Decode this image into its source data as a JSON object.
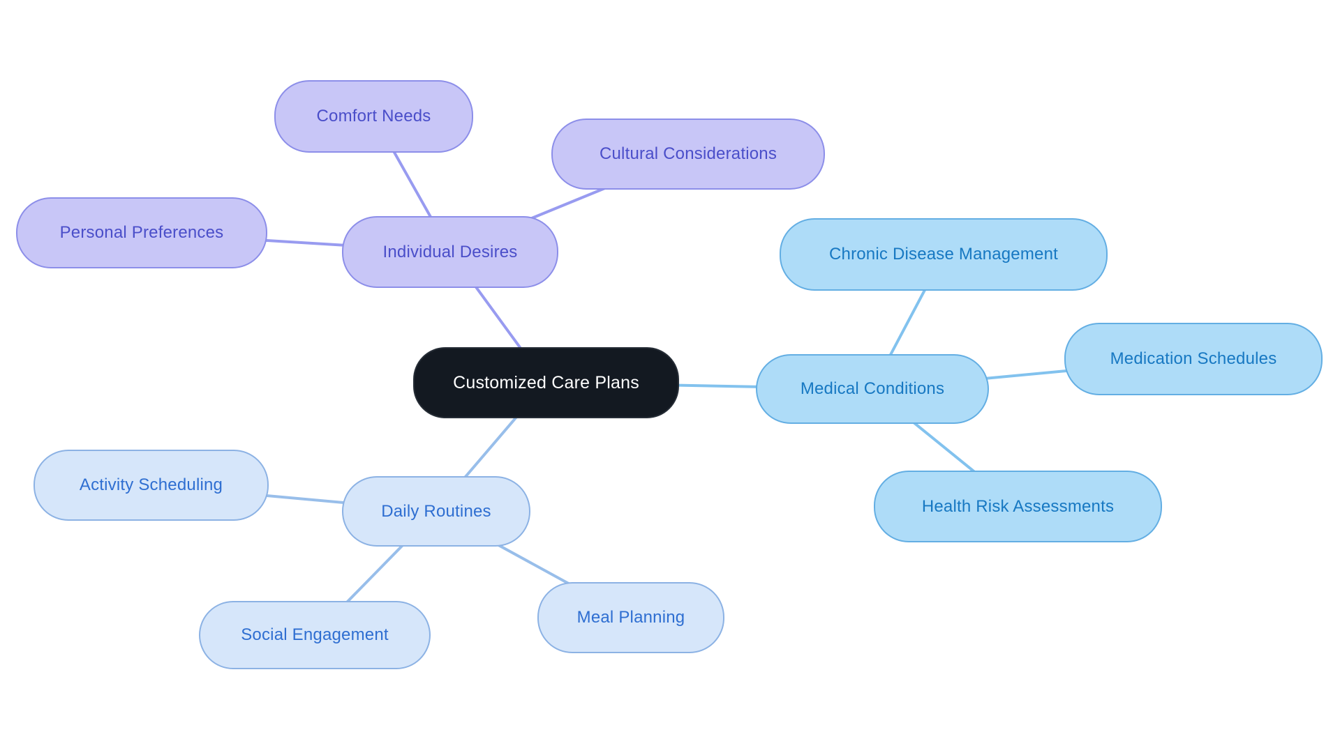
{
  "diagram": {
    "type": "mindmap",
    "title": "Customized Care Plans",
    "nodes": [
      {
        "id": "customized-care-plans",
        "label": "Customized Care Plans",
        "branch": "central",
        "level": 0
      },
      {
        "id": "individual-desires",
        "label": "Individual Desires",
        "branch": "individual",
        "level": 1,
        "parent": "customized-care-plans"
      },
      {
        "id": "comfort-needs",
        "label": "Comfort Needs",
        "branch": "individual",
        "level": 2,
        "parent": "individual-desires"
      },
      {
        "id": "cultural-considerations",
        "label": "Cultural Considerations",
        "branch": "individual",
        "level": 2,
        "parent": "individual-desires"
      },
      {
        "id": "personal-preferences",
        "label": "Personal Preferences",
        "branch": "individual",
        "level": 2,
        "parent": "individual-desires"
      },
      {
        "id": "medical-conditions",
        "label": "Medical Conditions",
        "branch": "medical",
        "level": 1,
        "parent": "customized-care-plans"
      },
      {
        "id": "chronic-disease-management",
        "label": "Chronic Disease Management",
        "branch": "medical",
        "level": 2,
        "parent": "medical-conditions"
      },
      {
        "id": "medication-schedules",
        "label": "Medication Schedules",
        "branch": "medical",
        "level": 2,
        "parent": "medical-conditions"
      },
      {
        "id": "health-risk-assessments",
        "label": "Health Risk Assessments",
        "branch": "medical",
        "level": 2,
        "parent": "medical-conditions"
      },
      {
        "id": "daily-routines",
        "label": "Daily Routines",
        "branch": "daily",
        "level": 1,
        "parent": "customized-care-plans"
      },
      {
        "id": "activity-scheduling",
        "label": "Activity Scheduling",
        "branch": "daily",
        "level": 2,
        "parent": "daily-routines"
      },
      {
        "id": "social-engagement",
        "label": "Social Engagement",
        "branch": "daily",
        "level": 2,
        "parent": "daily-routines"
      },
      {
        "id": "meal-planning",
        "label": "Meal Planning",
        "branch": "daily",
        "level": 2,
        "parent": "daily-routines"
      }
    ],
    "edges": [
      {
        "from": "comfort-needs",
        "to": "individual-desires",
        "branch": "individual"
      },
      {
        "from": "cultural-considerations",
        "to": "individual-desires",
        "branch": "individual"
      },
      {
        "from": "personal-preferences",
        "to": "individual-desires",
        "branch": "individual"
      },
      {
        "from": "individual-desires",
        "to": "customized-care-plans",
        "branch": "individual"
      },
      {
        "from": "chronic-disease-management",
        "to": "medical-conditions",
        "branch": "medical"
      },
      {
        "from": "medication-schedules",
        "to": "medical-conditions",
        "branch": "medical"
      },
      {
        "from": "health-risk-assessments",
        "to": "medical-conditions",
        "branch": "medical"
      },
      {
        "from": "medical-conditions",
        "to": "customized-care-plans",
        "branch": "medical"
      },
      {
        "from": "activity-scheduling",
        "to": "daily-routines",
        "branch": "daily"
      },
      {
        "from": "social-engagement",
        "to": "daily-routines",
        "branch": "daily"
      },
      {
        "from": "meal-planning",
        "to": "daily-routines",
        "branch": "daily"
      },
      {
        "from": "daily-routines",
        "to": "customized-care-plans",
        "branch": "daily"
      }
    ]
  },
  "colors": {
    "background": "#FFFFFF",
    "central_fill": "#131921",
    "central_border": "#262D36",
    "central_text": "#FFFFFF",
    "individual_fill": "#C8C6F7",
    "individual_border": "#8C8EE9",
    "individual_text": "#4A4EC9",
    "individual_edge": "#989BF0",
    "medical_fill": "#AEDCF8",
    "medical_border": "#63AEE3",
    "medical_text": "#1778C2",
    "medical_edge": "#82C2EE",
    "daily_fill": "#D6E6FA",
    "daily_border": "#8CB2E4",
    "daily_text": "#2E6ED1",
    "daily_edge": "#98BEEA"
  }
}
